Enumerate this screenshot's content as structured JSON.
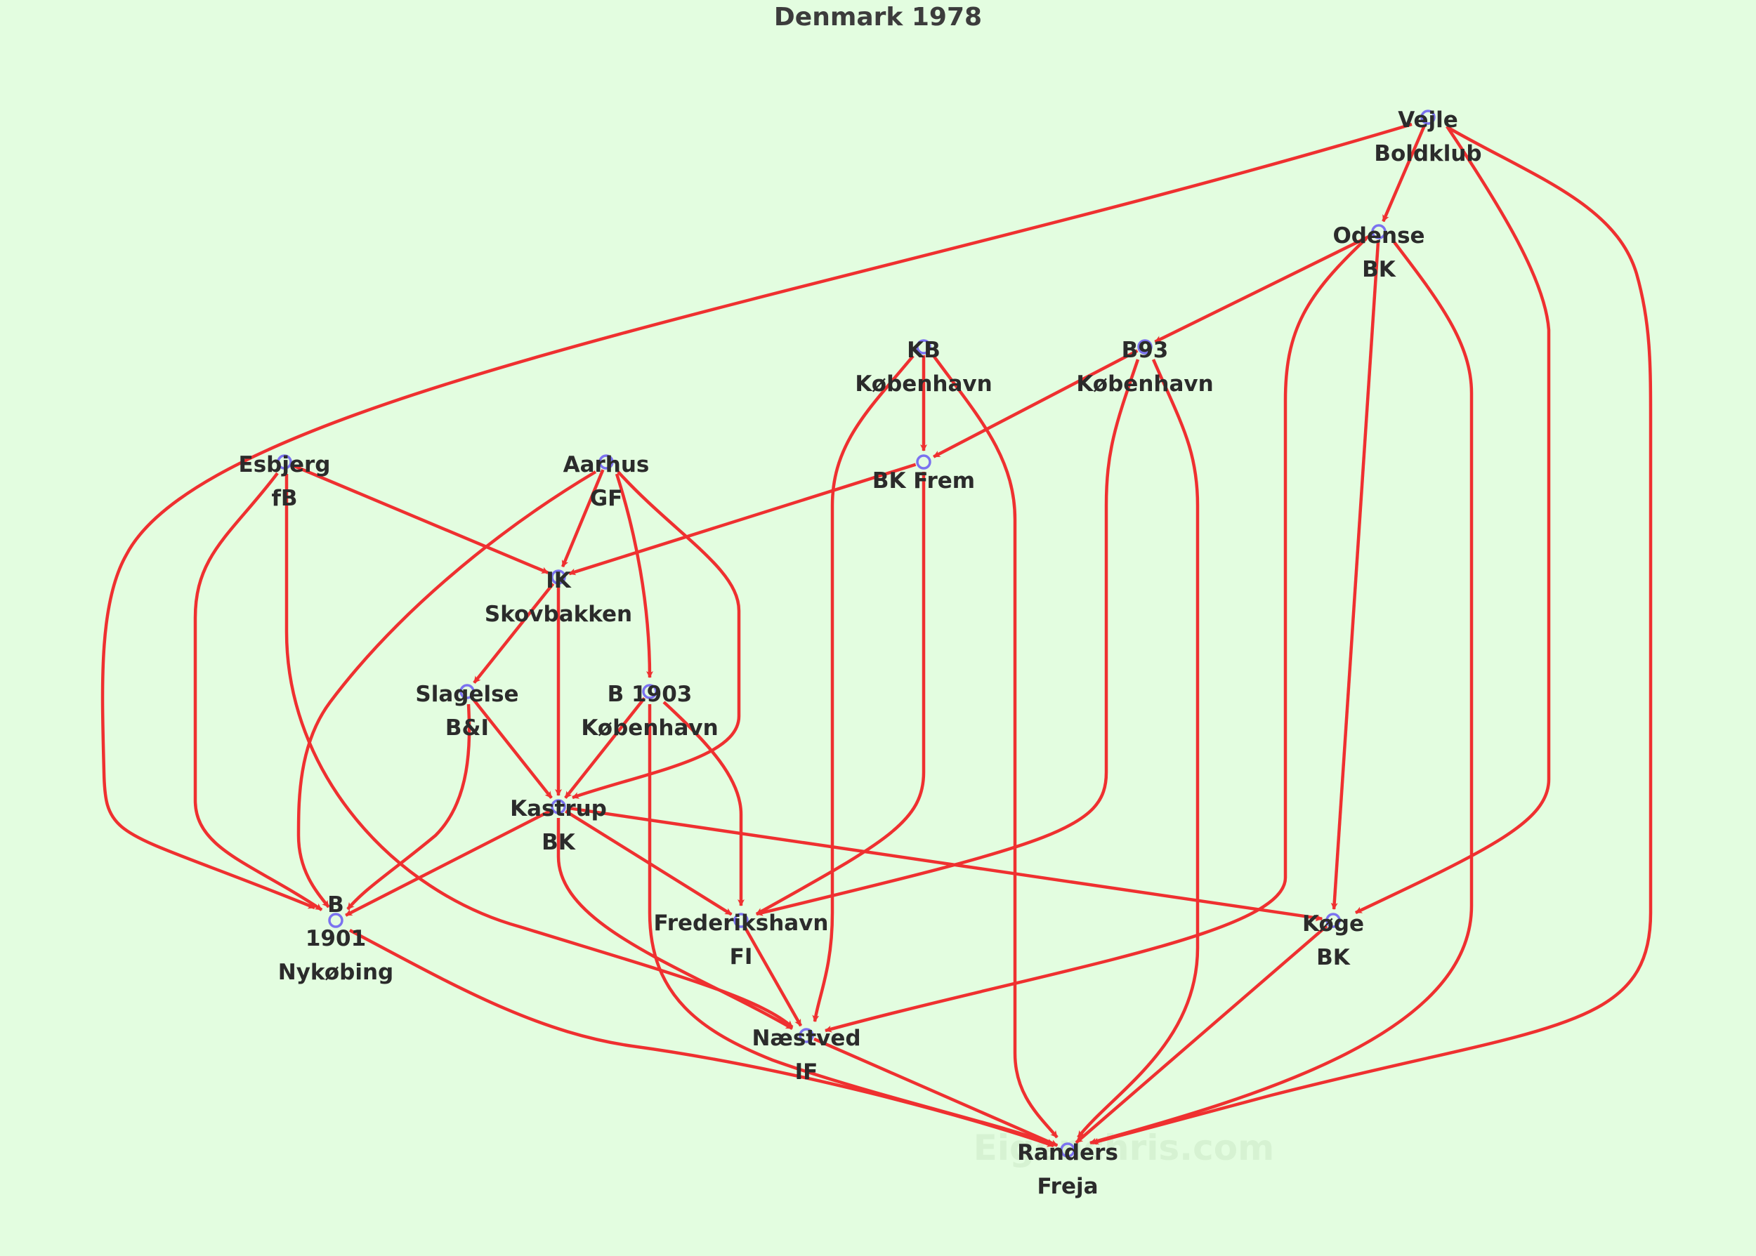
{
  "title": "Denmark 1978",
  "watermark": "Eigenchris.com",
  "colors": {
    "background": "#e3fde0",
    "edge": "#ef3030",
    "node": "#7b72f0",
    "text": "#2b2b2b"
  },
  "nodes": [
    {
      "id": "vejle",
      "label": [
        "Vejle",
        "Boldklub"
      ]
    },
    {
      "id": "odense",
      "label": [
        "Odense",
        "BK"
      ]
    },
    {
      "id": "kb",
      "label": [
        "KB",
        "København"
      ]
    },
    {
      "id": "b93",
      "label": [
        "B93",
        "København"
      ]
    },
    {
      "id": "esbjerg",
      "label": [
        "Esbjerg",
        "fB"
      ]
    },
    {
      "id": "aarhus",
      "label": [
        "Aarhus",
        "GF"
      ]
    },
    {
      "id": "bkfrem",
      "label": [
        "BK Frem"
      ]
    },
    {
      "id": "ik",
      "label": [
        "IK",
        "Skovbakken"
      ]
    },
    {
      "id": "slagelse",
      "label": [
        "Slagelse",
        "B&I"
      ]
    },
    {
      "id": "b1903",
      "label": [
        "B 1903",
        "København"
      ]
    },
    {
      "id": "kastrup",
      "label": [
        "Kastrup",
        "BK"
      ]
    },
    {
      "id": "b1901",
      "label": [
        "B",
        "1901",
        "Nykøbing"
      ]
    },
    {
      "id": "frederikshavn",
      "label": [
        "Frederikshavn",
        "FI"
      ]
    },
    {
      "id": "koge",
      "label": [
        "Køge",
        "BK"
      ]
    },
    {
      "id": "naestved",
      "label": [
        "Næstved",
        "IF"
      ]
    },
    {
      "id": "randers",
      "label": [
        "Randers",
        "Freja"
      ]
    }
  ],
  "edges": [
    [
      "vejle",
      "odense"
    ],
    [
      "vejle",
      "b1901"
    ],
    [
      "vejle",
      "koge"
    ],
    [
      "vejle",
      "randers"
    ],
    [
      "odense",
      "b93"
    ],
    [
      "odense",
      "naestved"
    ],
    [
      "odense",
      "koge"
    ],
    [
      "odense",
      "randers"
    ],
    [
      "kb",
      "bkfrem"
    ],
    [
      "kb",
      "naestved"
    ],
    [
      "kb",
      "randers"
    ],
    [
      "b93",
      "bkfrem"
    ],
    [
      "b93",
      "frederikshavn"
    ],
    [
      "b93",
      "randers"
    ],
    [
      "bkfrem",
      "ik"
    ],
    [
      "bkfrem",
      "frederikshavn"
    ],
    [
      "esbjerg",
      "ik"
    ],
    [
      "esbjerg",
      "b1901"
    ],
    [
      "esbjerg",
      "naestved"
    ],
    [
      "aarhus",
      "ik"
    ],
    [
      "aarhus",
      "b1903"
    ],
    [
      "aarhus",
      "kastrup"
    ],
    [
      "aarhus",
      "b1901"
    ],
    [
      "ik",
      "slagelse"
    ],
    [
      "ik",
      "kastrup"
    ],
    [
      "slagelse",
      "kastrup"
    ],
    [
      "slagelse",
      "b1901"
    ],
    [
      "b1903",
      "kastrup"
    ],
    [
      "b1903",
      "frederikshavn"
    ],
    [
      "b1903",
      "randers"
    ],
    [
      "kastrup",
      "b1901"
    ],
    [
      "kastrup",
      "frederikshavn"
    ],
    [
      "kastrup",
      "koge"
    ],
    [
      "kastrup",
      "naestved"
    ],
    [
      "b1901",
      "randers"
    ],
    [
      "frederikshavn",
      "naestved"
    ],
    [
      "koge",
      "randers"
    ],
    [
      "naestved",
      "randers"
    ]
  ]
}
